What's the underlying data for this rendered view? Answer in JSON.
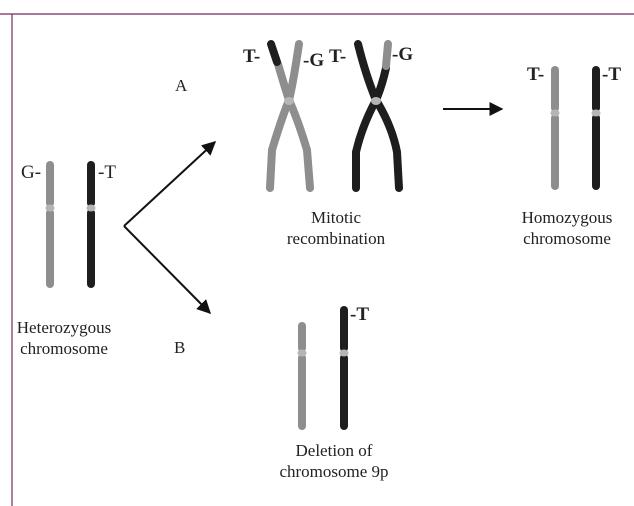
{
  "labels": {
    "pathway_a": "A",
    "pathway_b": "B",
    "heterozygous": [
      "Heterozygous",
      "chromosome"
    ],
    "mitotic": [
      "Mitotic",
      "recombination"
    ],
    "homozygous": [
      "Homozygous",
      "chromosome"
    ],
    "deletion": [
      "Deletion of",
      "chromosome 9p"
    ]
  },
  "alleles": {
    "het_gray": "G-",
    "het_black": "-T",
    "mit_gray_top": "T-",
    "mit_gray_right": "-G",
    "mit_black_top": "T-",
    "mit_black_right": "-G",
    "homo_gray": "T-",
    "homo_black": "-T",
    "del_black": "-T"
  },
  "colors": {
    "gray_chromosome": "#8e8e8e",
    "black_chromosome": "#1e1e1e",
    "centromere": "#b5b5b5",
    "frame": "#7a2a5a",
    "arrow": "#111111",
    "text": "#222222"
  }
}
